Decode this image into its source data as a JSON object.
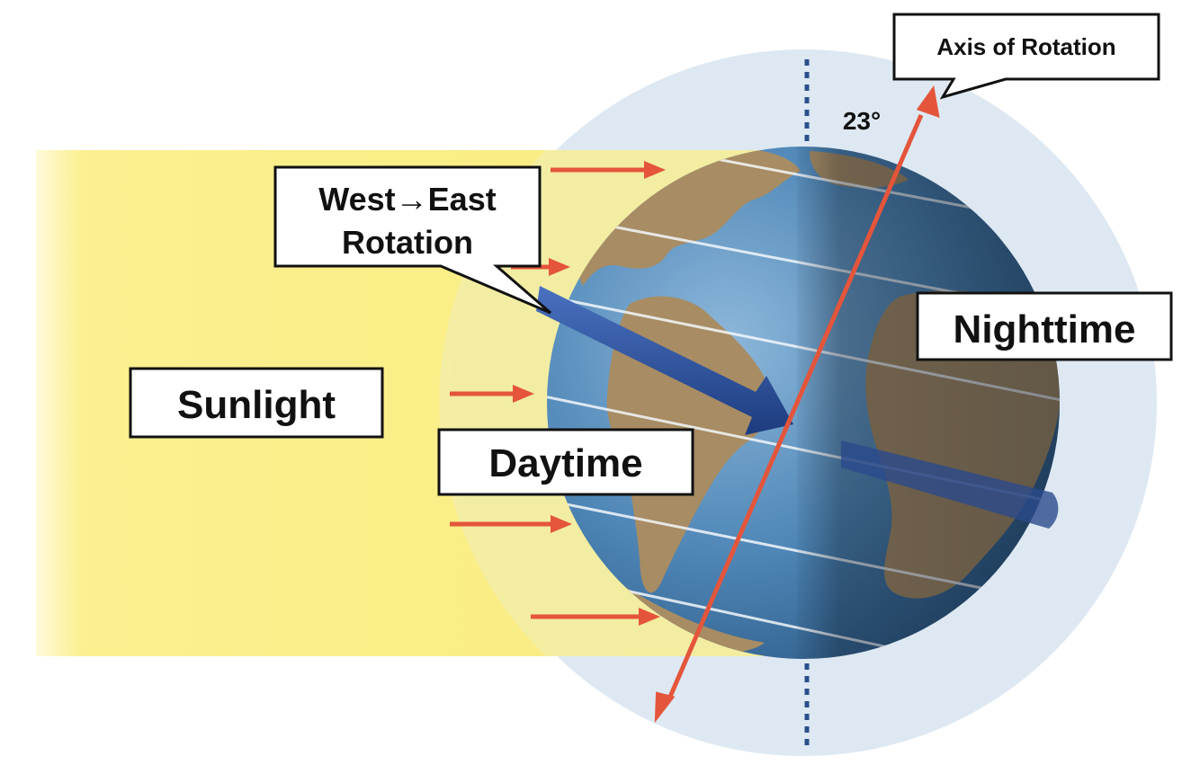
{
  "labels": {
    "axis_of_rotation": "Axis of Rotation",
    "tilt_angle": "23°",
    "rotation_line1": "West→East",
    "rotation_line2": "Rotation",
    "nighttime": "Nighttime",
    "sunlight": "Sunlight",
    "daytime": "Daytime"
  },
  "colors": {
    "sunlight": "#f9ec79",
    "halo": "#dde8f2",
    "ocean": "#4f87b7",
    "land": "#a88c63",
    "axis": "#e4553b",
    "sun_ray": "#e4553b",
    "rotation_band": "#2a4f9a",
    "vertical_axis": "#2a4f8c"
  },
  "diagram": {
    "axial_tilt_degrees": 23
  }
}
